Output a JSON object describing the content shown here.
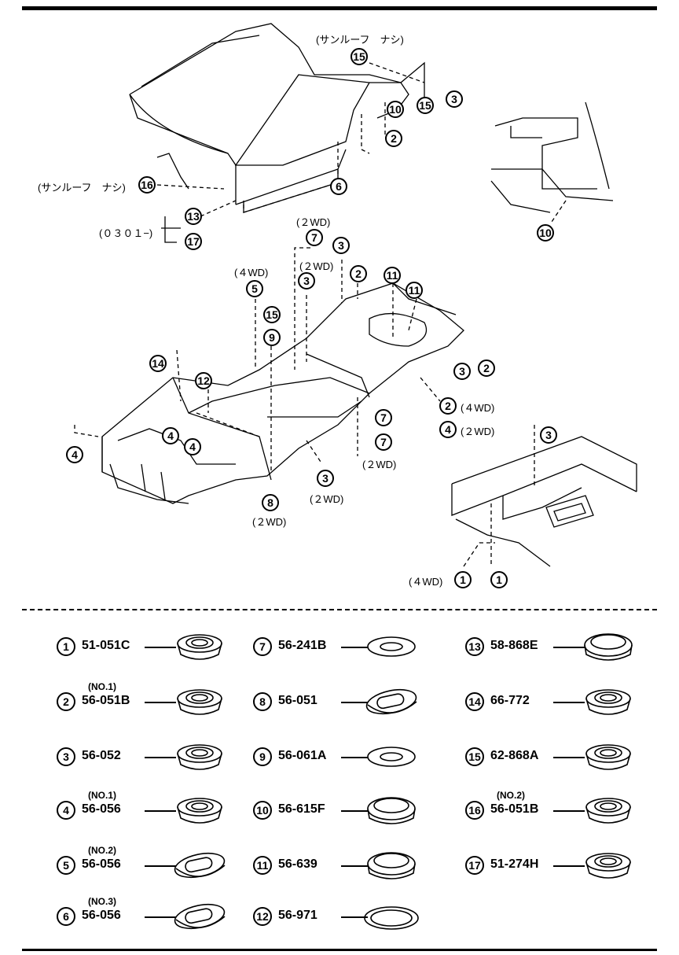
{
  "diagram": {
    "notes": {
      "sunroof_top": "(サンルーフ　ナシ)",
      "sunroof_left": "(サンルーフ　ナシ)",
      "serial": "(０３０１−)"
    },
    "callouts": {
      "c15a": "15",
      "c3a": "3",
      "c15b": "15",
      "c10a": "10",
      "c2a": "2",
      "c6": "6",
      "c16": "16",
      "c13": "13",
      "c17": "17",
      "c10b": "10",
      "c7a": "7",
      "c3b": "3",
      "c3c": "3",
      "c2b": "2",
      "c11a": "11",
      "c11b": "11",
      "c5": "5",
      "c15c": "15",
      "c9": "9",
      "c14": "14",
      "c12": "12",
      "c3d": "3",
      "c2c": "2",
      "c2d": "2",
      "c4a": "4",
      "c7b": "7",
      "c7c": "7",
      "c4b": "4",
      "c4c": "4",
      "c4d": "4",
      "c3e": "3",
      "c8": "8",
      "c3f": "3",
      "c1a": "1",
      "c1b": "1"
    },
    "tags": {
      "t2wd_a": "(２WD)",
      "t2wd_b": "(２WD)",
      "t4wd_a": "(４WD)",
      "t4wd_b": "(４WD)",
      "t2wd_c": "(２WD)",
      "t2wd_d": "(２WD)",
      "t2wd_e": "(２WD)",
      "t2wd_f": "(２WD)",
      "t4wd_c": "(４WD)"
    }
  },
  "legend": [
    {
      "num": "1",
      "code": "51-051C",
      "note": ""
    },
    {
      "num": "2",
      "code": "56-051B",
      "note": "(NO.1)"
    },
    {
      "num": "3",
      "code": "56-052",
      "note": ""
    },
    {
      "num": "4",
      "code": "56-056",
      "note": "(NO.1)"
    },
    {
      "num": "5",
      "code": "56-056",
      "note": "(NO.2)"
    },
    {
      "num": "6",
      "code": "56-056",
      "note": "(NO.3)"
    },
    {
      "num": "7",
      "code": "56-241B",
      "note": ""
    },
    {
      "num": "8",
      "code": "56-051",
      "note": ""
    },
    {
      "num": "9",
      "code": "56-061A",
      "note": ""
    },
    {
      "num": "10",
      "code": "56-615F",
      "note": ""
    },
    {
      "num": "11",
      "code": "56-639",
      "note": ""
    },
    {
      "num": "12",
      "code": "56-971",
      "note": ""
    },
    {
      "num": "13",
      "code": "58-868E",
      "note": ""
    },
    {
      "num": "14",
      "code": "66-772",
      "note": ""
    },
    {
      "num": "15",
      "code": "62-868A",
      "note": ""
    },
    {
      "num": "16",
      "code": "56-051B",
      "note": "(NO.2)"
    },
    {
      "num": "17",
      "code": "51-274H",
      "note": ""
    }
  ]
}
